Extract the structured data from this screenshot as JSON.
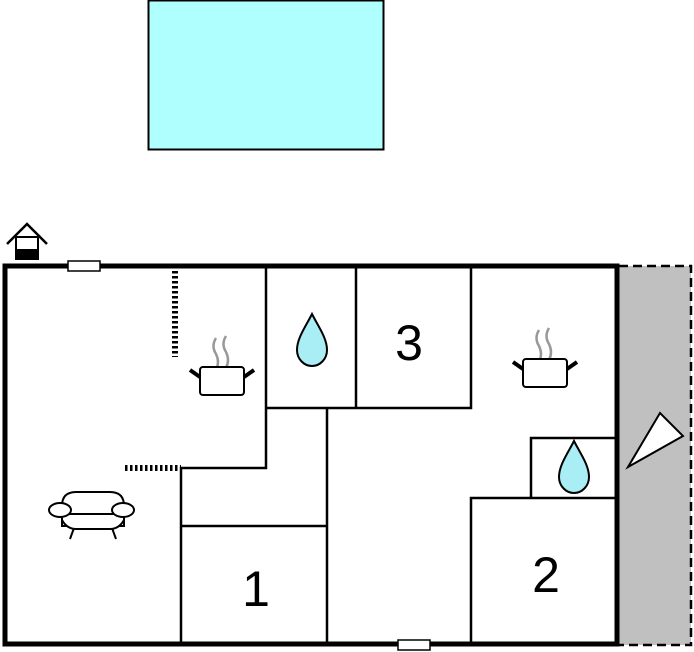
{
  "plan": {
    "rooms": [
      {
        "id": "bedroom-1",
        "label": "1"
      },
      {
        "id": "bedroom-2",
        "label": "2"
      },
      {
        "id": "bedroom-3",
        "label": "3"
      }
    ],
    "icons": [
      "pool",
      "entrance-icon",
      "kitchen-pot-icon",
      "water-drop-icon",
      "sofa-icon",
      "compass-icon",
      "window",
      "terrace"
    ]
  },
  "colors": {
    "pool": "#b0ffff",
    "water_drop": "#aaeef5",
    "terrace": "#c0c0c0",
    "wall": "#000000"
  }
}
